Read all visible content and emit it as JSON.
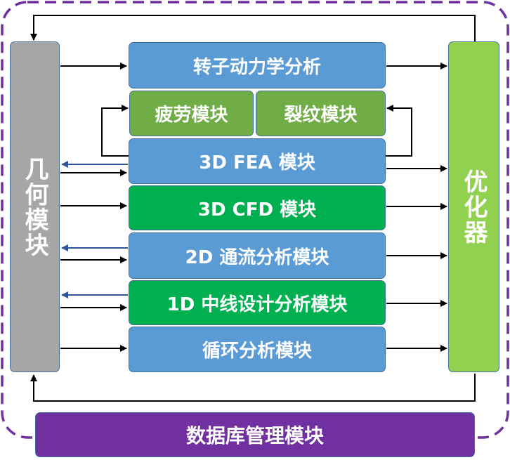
{
  "modules": {
    "rotor": "转子动力学分析",
    "fatigue": "疲劳模块",
    "crack": "裂纹模块",
    "fea": "3D FEA 模块",
    "cfd": "3D CFD 模块",
    "throughflow": "2D 通流分析模块",
    "meanline": "1D 中线设计分析模块",
    "cycle": "循环分析模块",
    "geometry": "几何模块",
    "optimizer": "优化器",
    "database": "数据库管理模块"
  },
  "colors": {
    "module_blue": "#5b9bd5",
    "module_green": "#00b050",
    "module_olive": "#70ad47",
    "geometry_gray": "#a6a6a6",
    "optimizer_green": "#92d050",
    "database_purple": "#7030a0",
    "feedback_arrow_blue": "#2f5597",
    "boundary_dash_purple": "#7030a0"
  }
}
